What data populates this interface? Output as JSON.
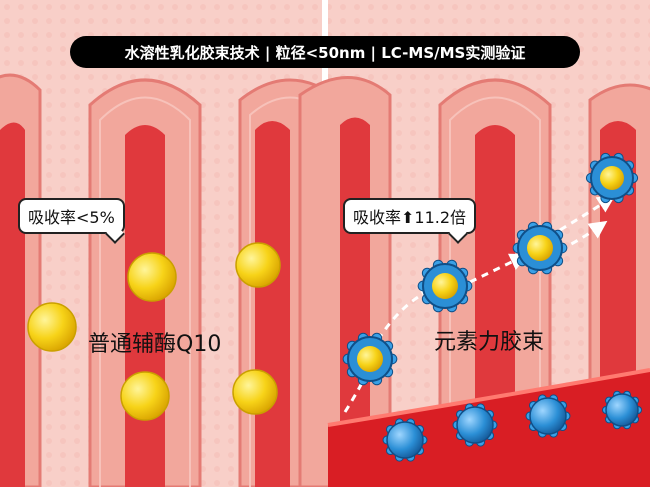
{
  "banner": {
    "text": "水溶性乳化胶束技术 | 粒径<50nm | LC-MS/MS实测验证"
  },
  "left_panel": {
    "callout": "吸收率<5%",
    "label": "普通辅酶Q10"
  },
  "right_panel": {
    "callout": "吸收率⬆11.2倍",
    "label": "元素力胶束"
  },
  "colors": {
    "tissue": "#f4b7ae",
    "villus_core": "#e0393d",
    "particle": "#f7d318",
    "micelle_shell": "#2b8fd6",
    "blood_vessel": "#d91e24",
    "divider": "#ffffff"
  }
}
